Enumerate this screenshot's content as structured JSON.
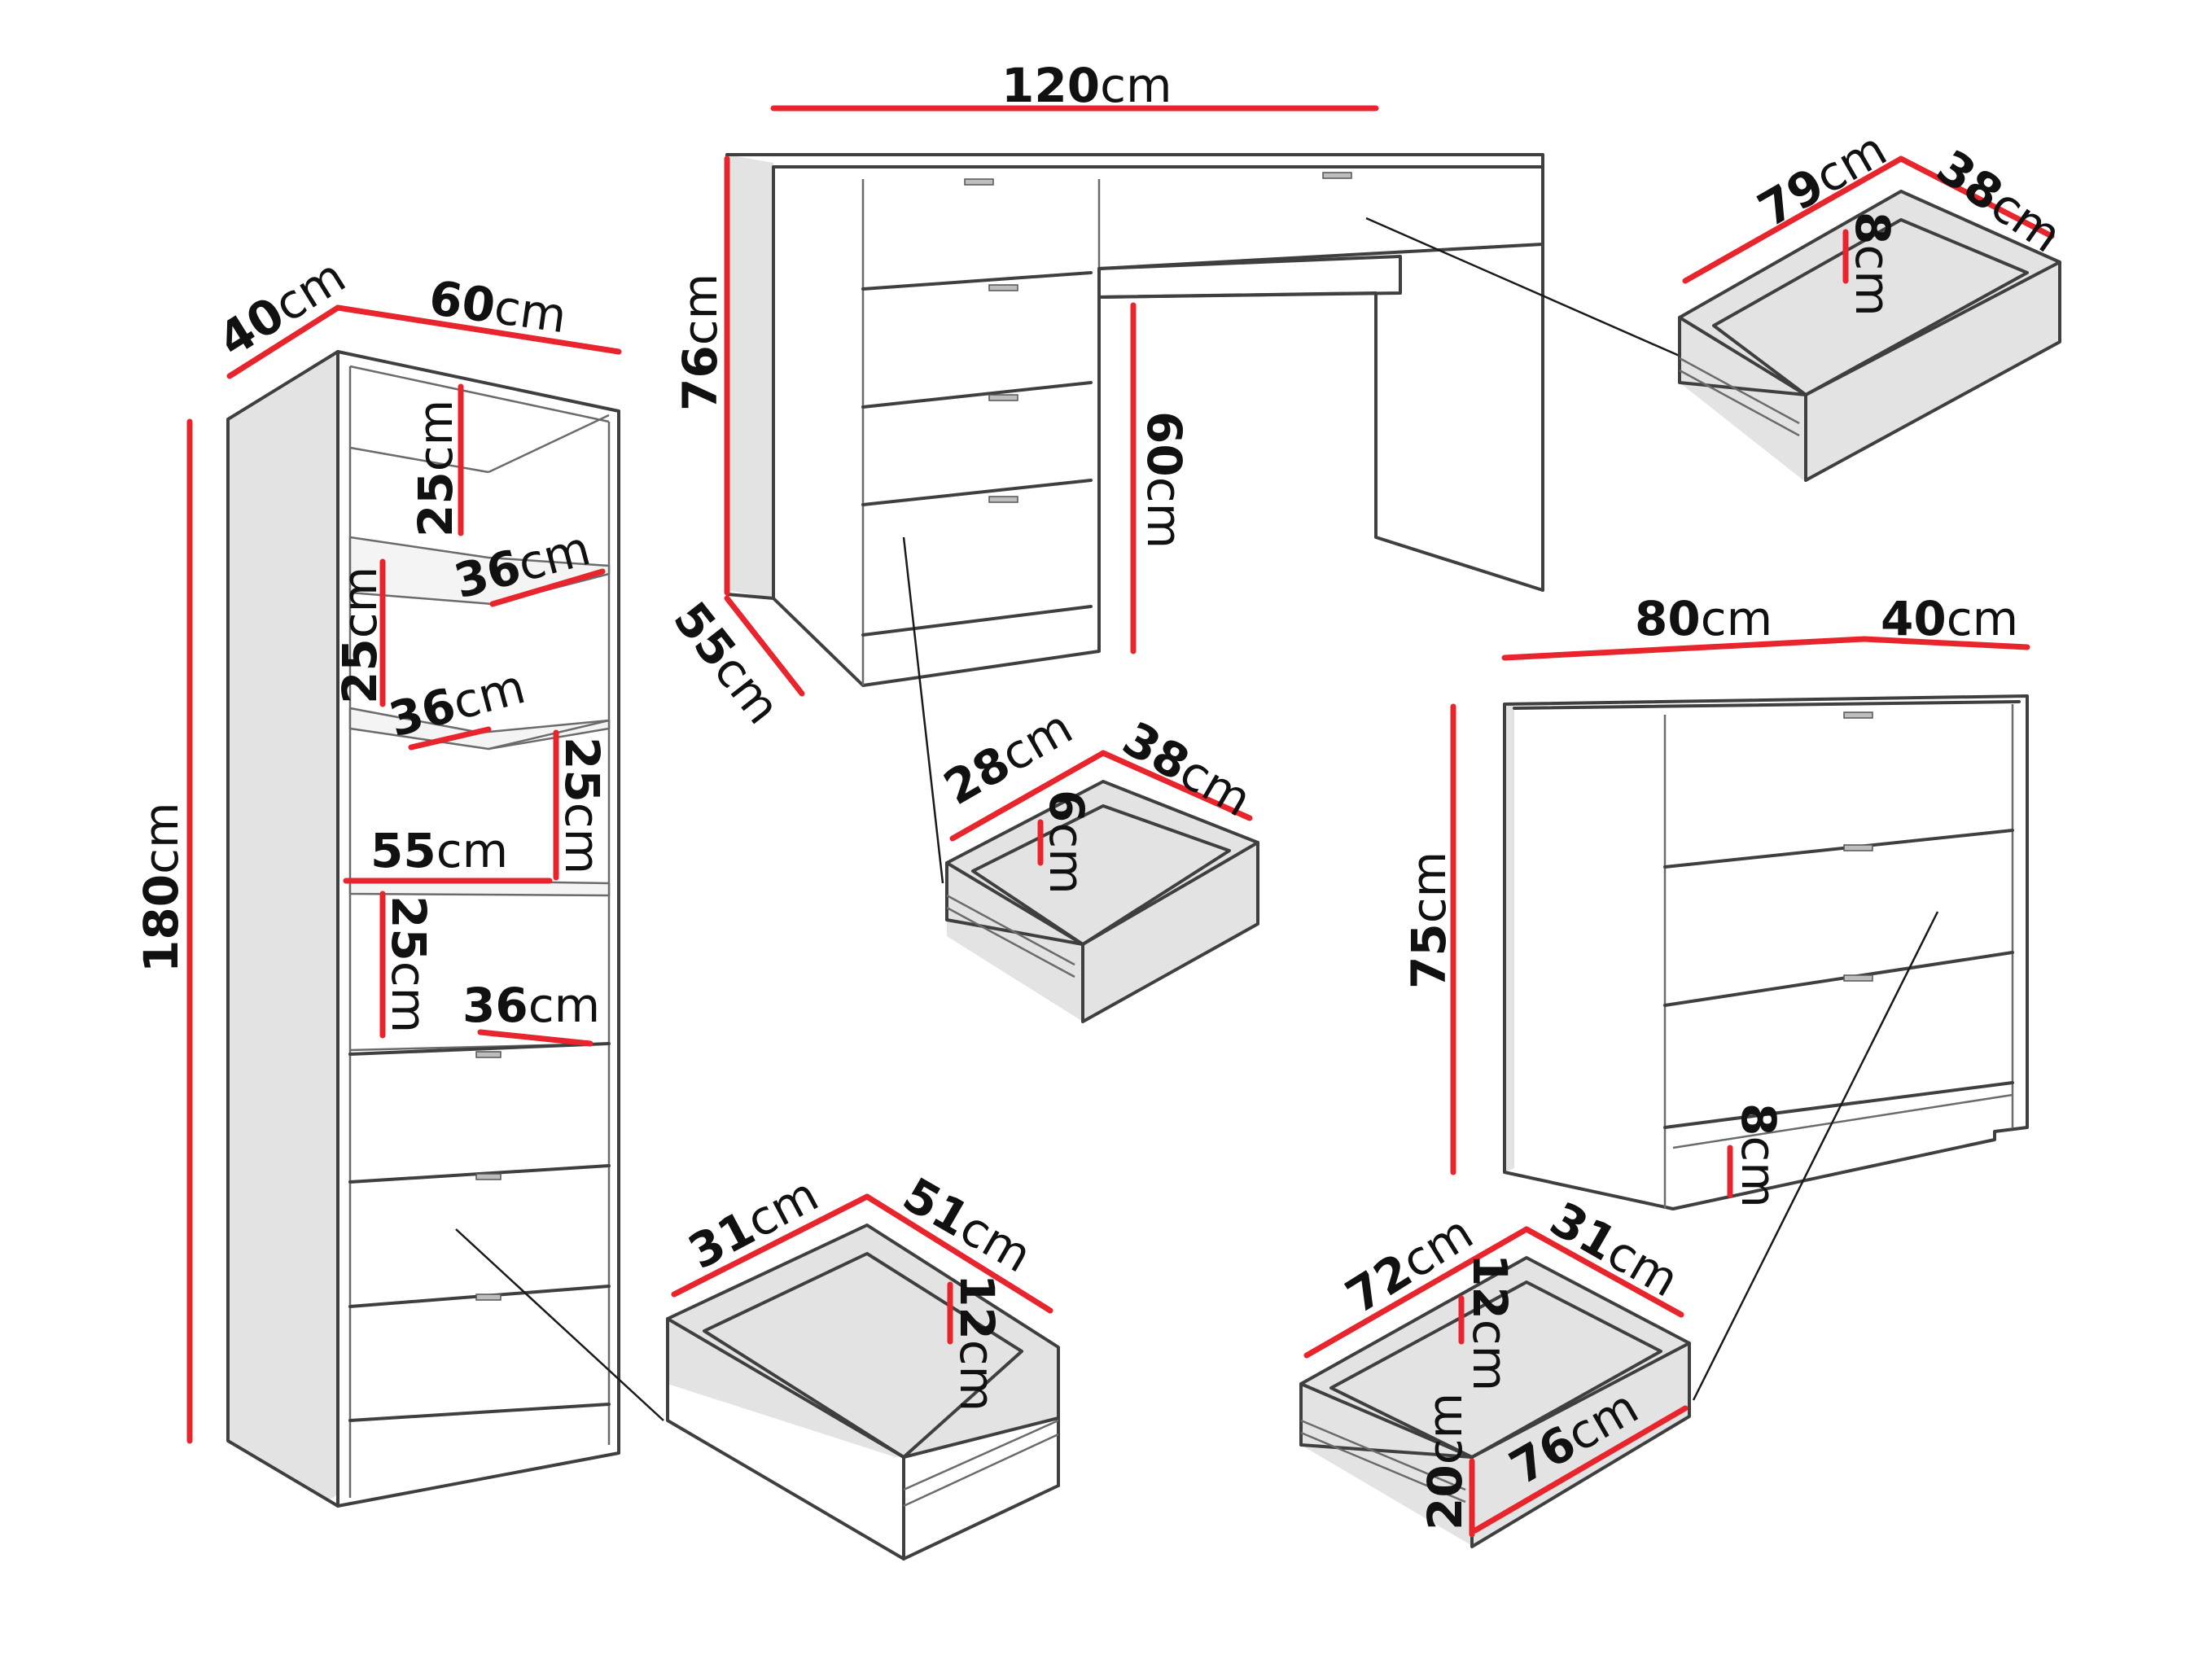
{
  "colors": {
    "measure_line": "#e8242c",
    "outline": "#3f3f3f",
    "shade": "#e3e3e3",
    "text": "#111111"
  },
  "unit": "cm",
  "dimensions": {
    "desk_width": "120",
    "desk_height": "76",
    "desk_depth": "55",
    "desk_knee_height": "60",
    "desk_drawer_length": "79",
    "desk_drawer_width": "38",
    "desk_drawer_height": "8",
    "small_drawer_depth": "28",
    "small_drawer_width": "38",
    "small_drawer_height": "6",
    "shelf_depth": "40",
    "shelf_width": "60",
    "shelf_height": "180",
    "shelf_gap_1": "25",
    "shelf_gap_2": "25",
    "shelf_gap_3": "25",
    "shelf_gap_4": "25",
    "shelf_inner_depth_1": "36",
    "shelf_inner_depth_2": "36",
    "shelf_inner_depth_3": "36",
    "shelf_inner_width": "55",
    "shelf_drawer_depth": "31",
    "shelf_drawer_width": "51",
    "shelf_drawer_height": "12",
    "dresser_width": "80",
    "dresser_depth": "40",
    "dresser_height": "75",
    "dresser_plinth": "8",
    "dresser_drawer_length": "72",
    "dresser_drawer_depth": "31",
    "dresser_drawer_height": "12",
    "dresser_front_height": "20",
    "dresser_front_width": "76"
  }
}
